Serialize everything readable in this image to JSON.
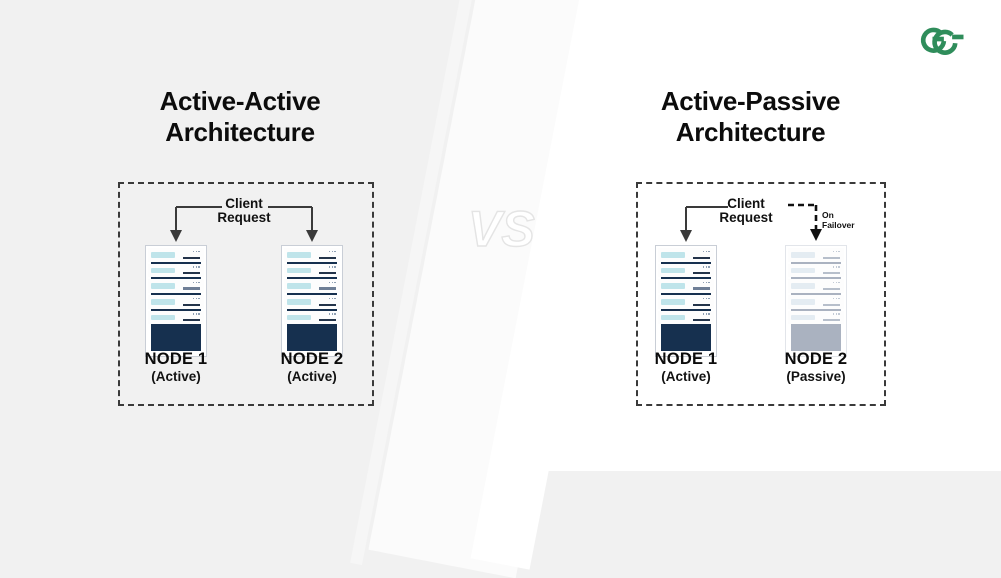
{
  "brand": {
    "logo_name": "geeksforgeeks-logo",
    "logo_color": "#2f8d5b"
  },
  "watermark": {
    "text": "VS"
  },
  "panels": [
    {
      "id": "active-active",
      "title_line1": "Active-Active",
      "title_line2": "Architecture",
      "client_request_line1": "Client",
      "client_request_line2": "Request",
      "nodes": [
        {
          "name": "NODE 1",
          "state": "(Active)",
          "mode": "active"
        },
        {
          "name": "NODE 2",
          "state": "(Active)",
          "mode": "active"
        }
      ]
    },
    {
      "id": "active-passive",
      "title_line1": "Active-Passive",
      "title_line2": "Architecture",
      "client_request_line1": "Client",
      "client_request_line2": "Request",
      "failover_line1": "On",
      "failover_line2": "Failover",
      "nodes": [
        {
          "name": "NODE 1",
          "state": "(Active)",
          "mode": "active"
        },
        {
          "name": "NODE 2",
          "state": "(Passive)",
          "mode": "passive"
        }
      ]
    }
  ],
  "colors": {
    "background_left": "#f1f1f1",
    "background_right": "#ffffff",
    "rack_active": "#16304f",
    "rack_passive": "#aab2c0",
    "bar_active": "#bfe4ea",
    "bar_passive": "#e4ecf2",
    "dashed_border": "#3a3a3a",
    "text": "#0c0c0c"
  }
}
